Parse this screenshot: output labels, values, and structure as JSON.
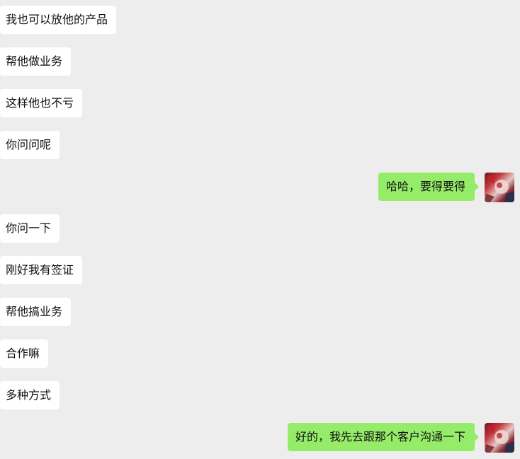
{
  "chat": {
    "messages": [
      {
        "side": "left",
        "text": "我也可以放他的产品"
      },
      {
        "side": "left",
        "text": "帮他做业务"
      },
      {
        "side": "left",
        "text": "这样他也不亏"
      },
      {
        "side": "left",
        "text": "你问问呢"
      },
      {
        "side": "right",
        "text": "哈哈，要得要得"
      },
      {
        "side": "left",
        "text": "你问一下"
      },
      {
        "side": "left",
        "text": "刚好我有签证"
      },
      {
        "side": "left",
        "text": "帮他搞业务"
      },
      {
        "side": "left",
        "text": "合作嘛"
      },
      {
        "side": "left",
        "text": "多种方式"
      },
      {
        "side": "right",
        "text": "好的，我先去跟那个客户沟通一下"
      }
    ]
  },
  "colors": {
    "background": "#ededed",
    "incoming_bubble": "#ffffff",
    "outgoing_bubble": "#95ec69"
  }
}
